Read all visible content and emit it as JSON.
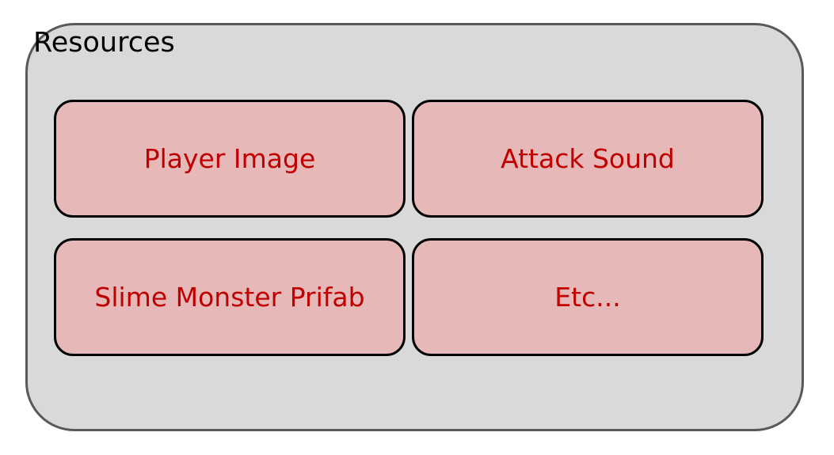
{
  "container": {
    "title": "Resources"
  },
  "boxes": [
    {
      "label": "Player Image"
    },
    {
      "label": "Attack Sound"
    },
    {
      "label": "Slime Monster Prifab"
    },
    {
      "label": "Etc..."
    }
  ],
  "colors": {
    "container_fill": "#d9d9d9",
    "container_border": "#595959",
    "box_fill": "#e6b8b7",
    "box_border": "#000000",
    "box_text": "#c00000",
    "title_text": "#000000"
  }
}
